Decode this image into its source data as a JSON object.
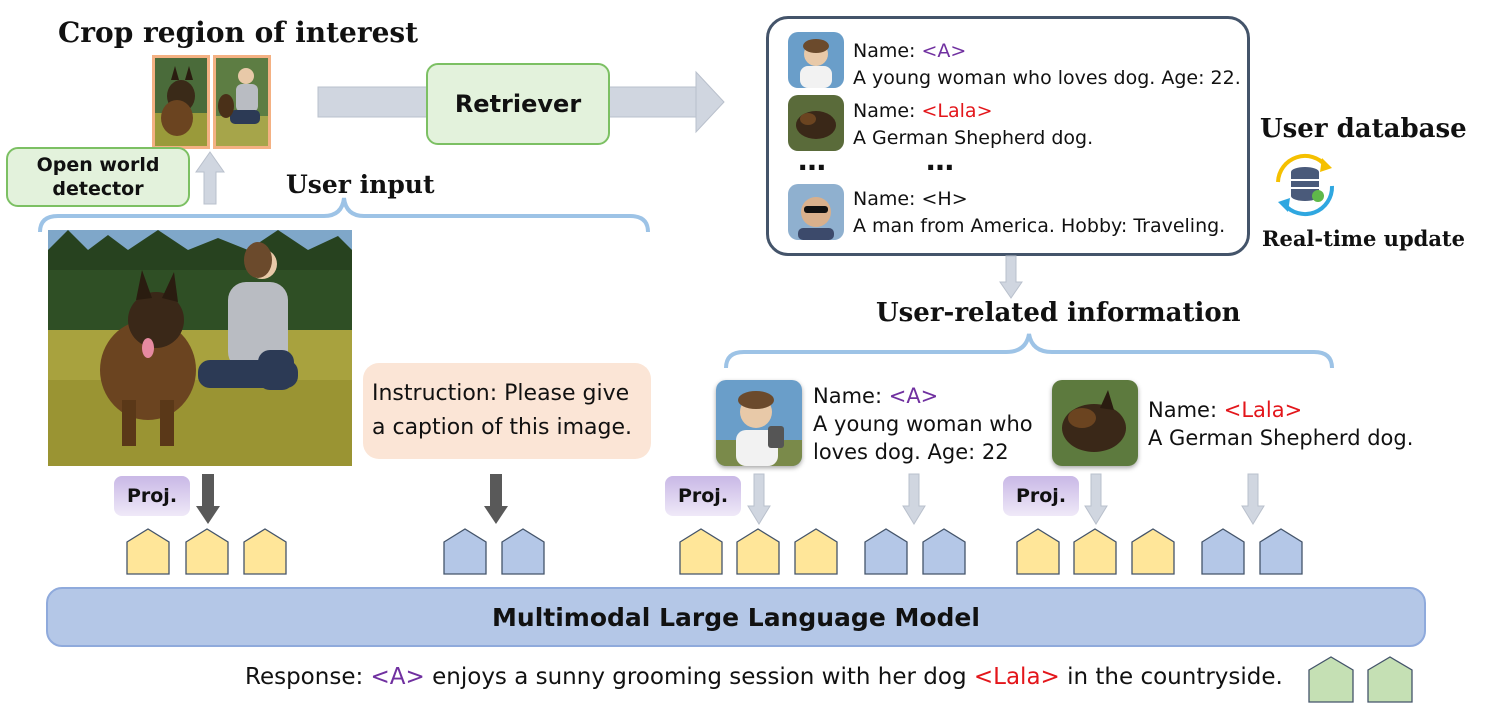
{
  "crop": {
    "title": "Crop region of interest"
  },
  "detector": {
    "label_line1": "Open world",
    "label_line2": "detector"
  },
  "retriever": {
    "label": "Retriever"
  },
  "user_input": {
    "title": "User input"
  },
  "instruction": {
    "text": "Instruction: Please give a caption of this image."
  },
  "database": {
    "title": "User database",
    "update_label": "Real-time update",
    "ellipsis": "…",
    "entries": [
      {
        "name_prefix": "Name: ",
        "tag": "<A>",
        "tag_color": "#7030a0",
        "desc": "A young woman who loves dog. Age: 22."
      },
      {
        "name_prefix": "Name: ",
        "tag": "<Lala>",
        "tag_color": "#e3161b",
        "desc": "A German Shepherd dog."
      },
      {
        "name_prefix": "Name: ",
        "tag": "<H>",
        "tag_color": "#111111",
        "desc": "A man from America. Hobby: Traveling."
      }
    ]
  },
  "related": {
    "title": "User-related information",
    "items": [
      {
        "name_prefix": "Name: ",
        "tag": "<A>",
        "tag_color": "#7030a0",
        "desc_line1": "A young woman who",
        "desc_line2": "loves dog. Age: 22"
      },
      {
        "name_prefix": "Name: ",
        "tag": "<Lala>",
        "tag_color": "#e3161b",
        "desc_line1": "A German Shepherd dog.",
        "desc_line2": ""
      }
    ]
  },
  "proj_label": "Proj.",
  "mllm": {
    "label": "Multimodal Large Language Model"
  },
  "response": {
    "prefix": "Response: ",
    "tag_a": "<A>",
    "middle": " enjoys a sunny grooming session with her dog ",
    "tag_lala": "<Lala>",
    "suffix": " in the countryside."
  },
  "colors": {
    "image_token": "#ffe699",
    "text_token": "#b4c7e7",
    "output_token": "#c5e0b4",
    "mllm_fill": "#b4c7e7",
    "brace": "#9dc3e6",
    "crop_border": "#f4b183",
    "instruction_fill": "#fbe5d6"
  }
}
